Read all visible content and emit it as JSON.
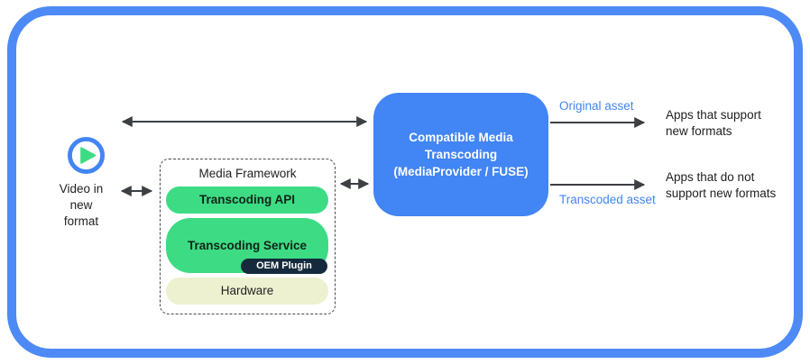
{
  "colors": {
    "frame_blue": "#4d8af5",
    "transcoder_blue": "#4285f4",
    "android_green": "#3ddc84",
    "oem_navy": "#152b3d",
    "hardware_pale": "#eef1cf",
    "arrow_dark": "#3c4043",
    "asset_label_blue": "#4285f4"
  },
  "source": {
    "icon": "play-icon",
    "line1": "Video in",
    "line2": "new",
    "line3": "format"
  },
  "media_framework": {
    "title": "Media Framework",
    "layers": [
      {
        "label": "Transcoding API"
      },
      {
        "label": "Transcoding Service",
        "plugin": "OEM Plugin"
      },
      {
        "label": "Hardware"
      }
    ]
  },
  "transcoder": {
    "line1": "Compatible Media",
    "line2": "Transcoding",
    "line3": "(MediaProvider / FUSE)"
  },
  "outputs": {
    "original": {
      "label": "Original asset",
      "apps_line1": "Apps that support",
      "apps_line2": "new formats"
    },
    "transcoded": {
      "label": "Transcoded asset",
      "apps_line1": "Apps that do not",
      "apps_line2": "support new formats"
    }
  }
}
